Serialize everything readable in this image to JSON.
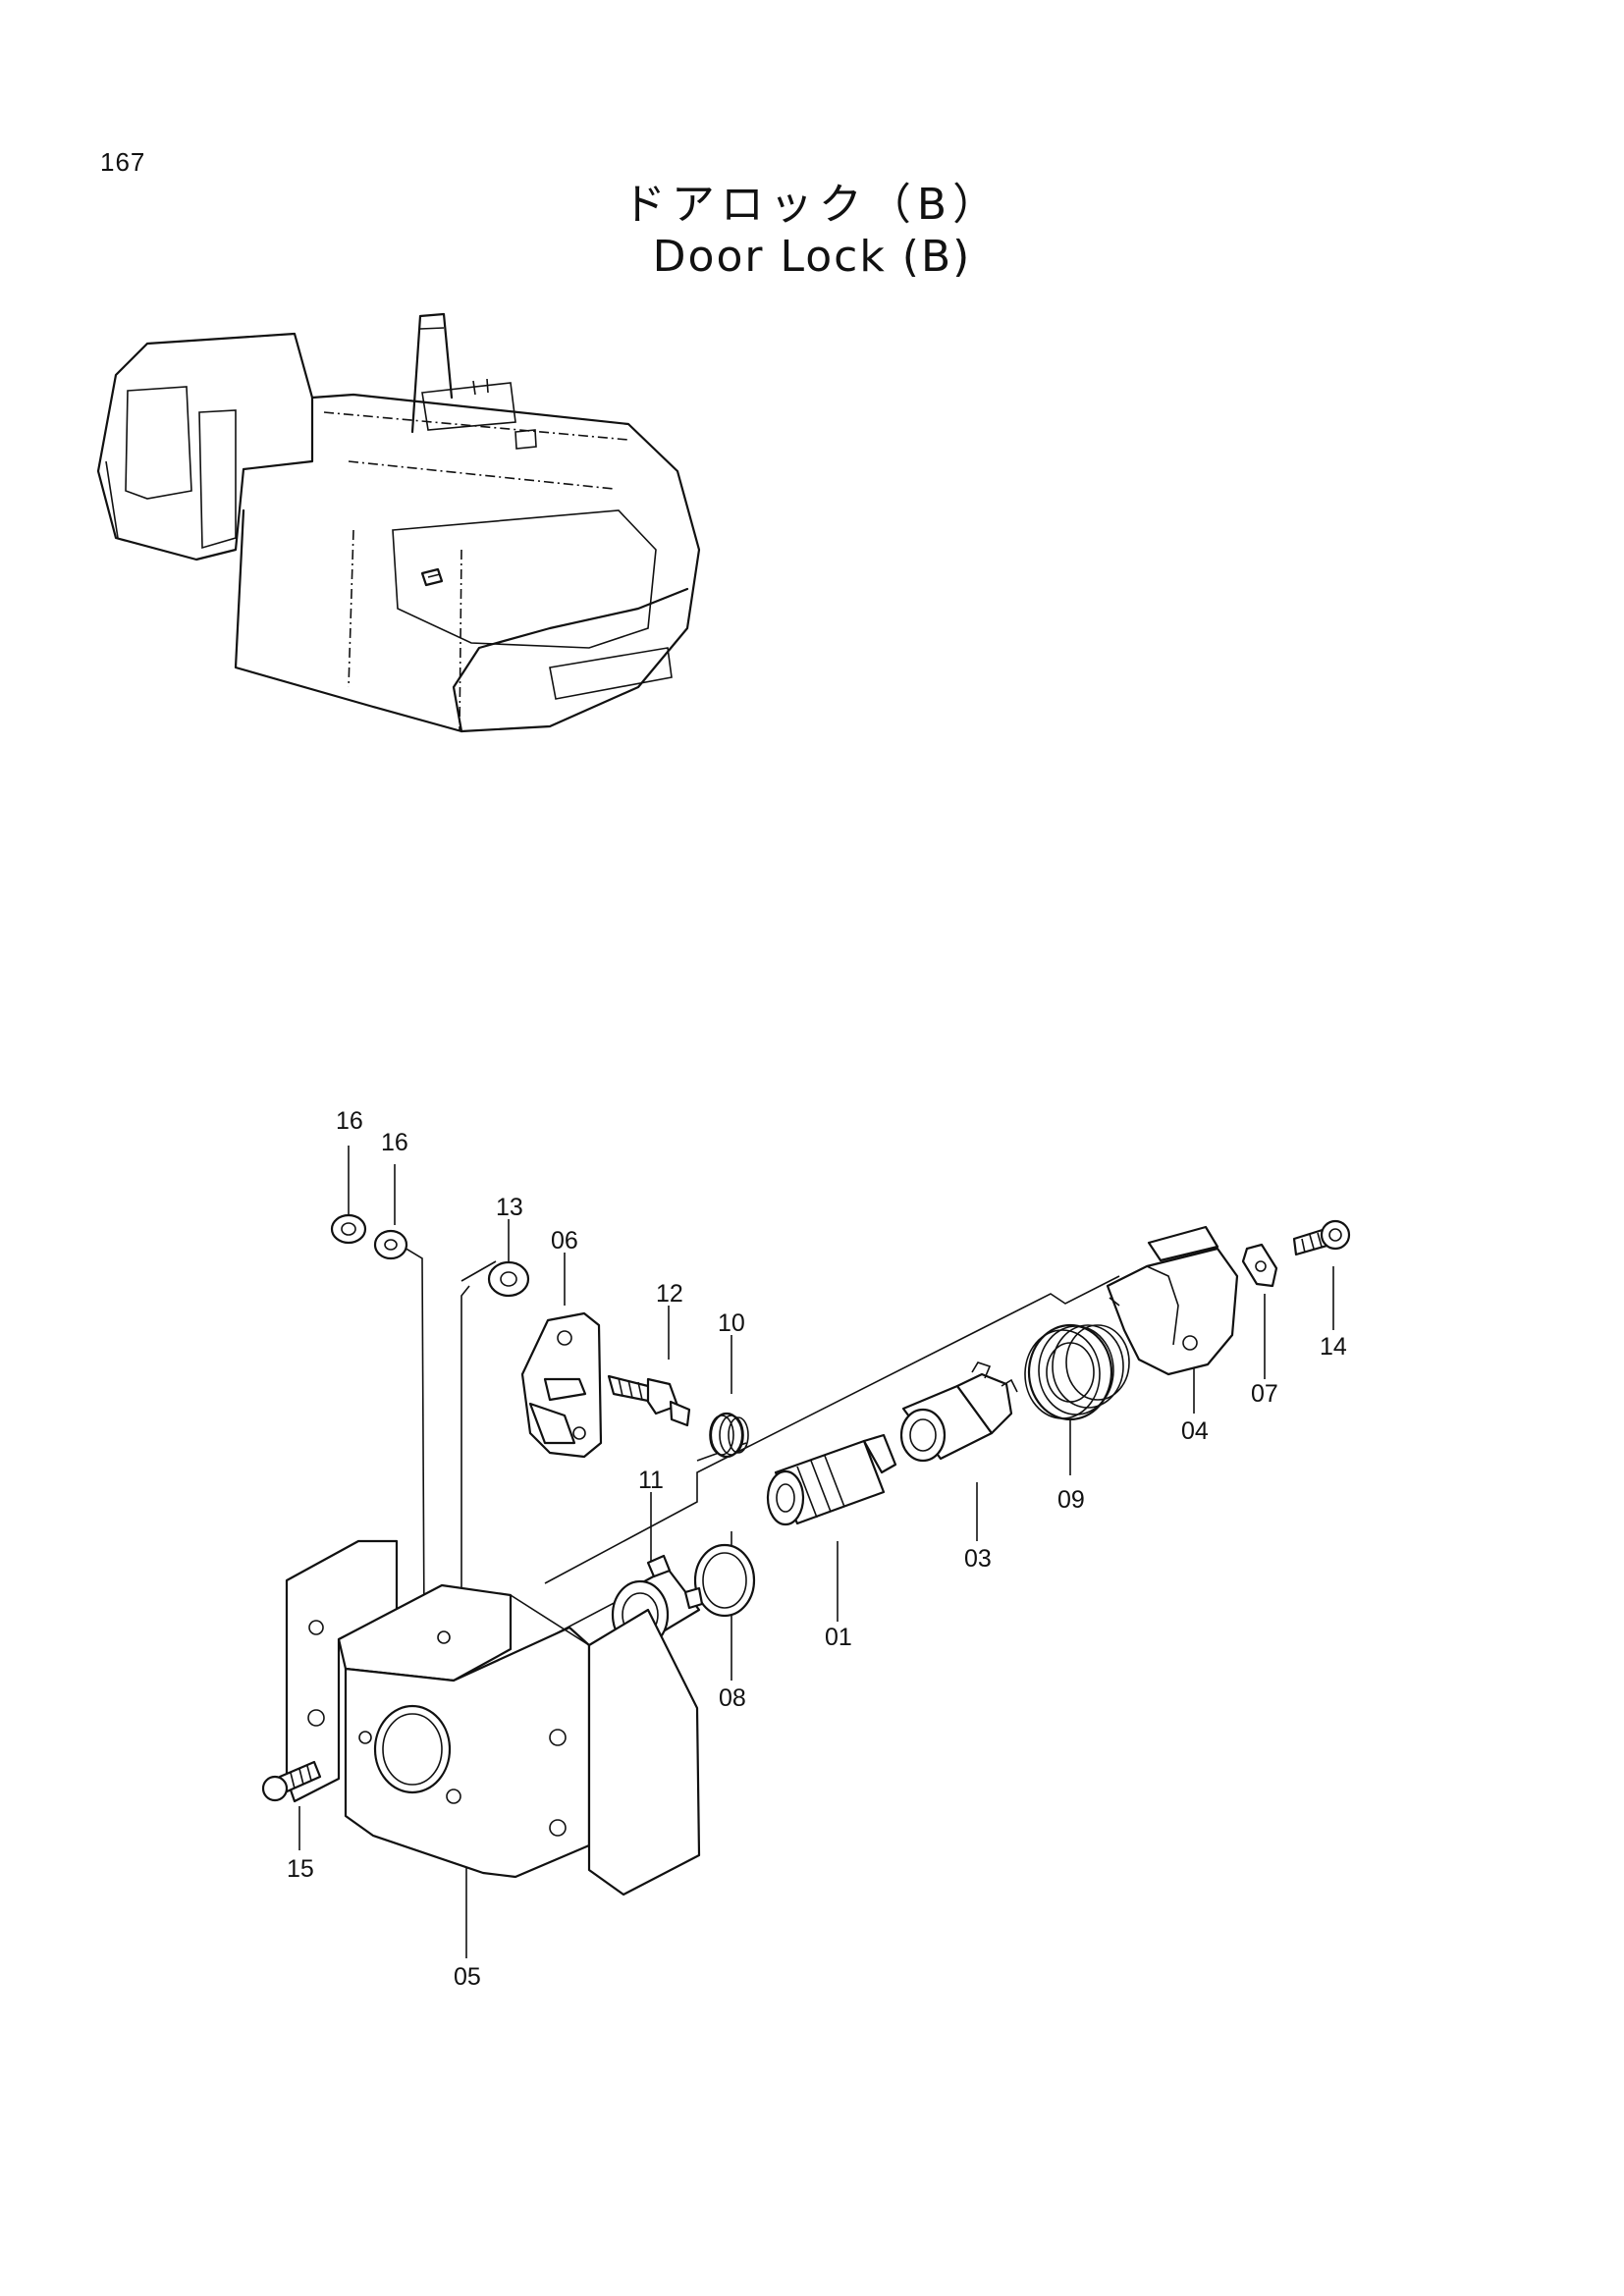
{
  "page": {
    "number": "167",
    "title_jp": "ドアロック（B）",
    "title_en": "Door Lock (B)"
  },
  "parts": {
    "p01": "01",
    "p03": "03",
    "p04": "04",
    "p05": "05",
    "p06": "06",
    "p07": "07",
    "p08": "08",
    "p09": "09",
    "p10": "10",
    "p11": "11",
    "p12": "12",
    "p13": "13",
    "p14": "14",
    "p15": "15",
    "p16a": "16",
    "p16b": "16"
  }
}
